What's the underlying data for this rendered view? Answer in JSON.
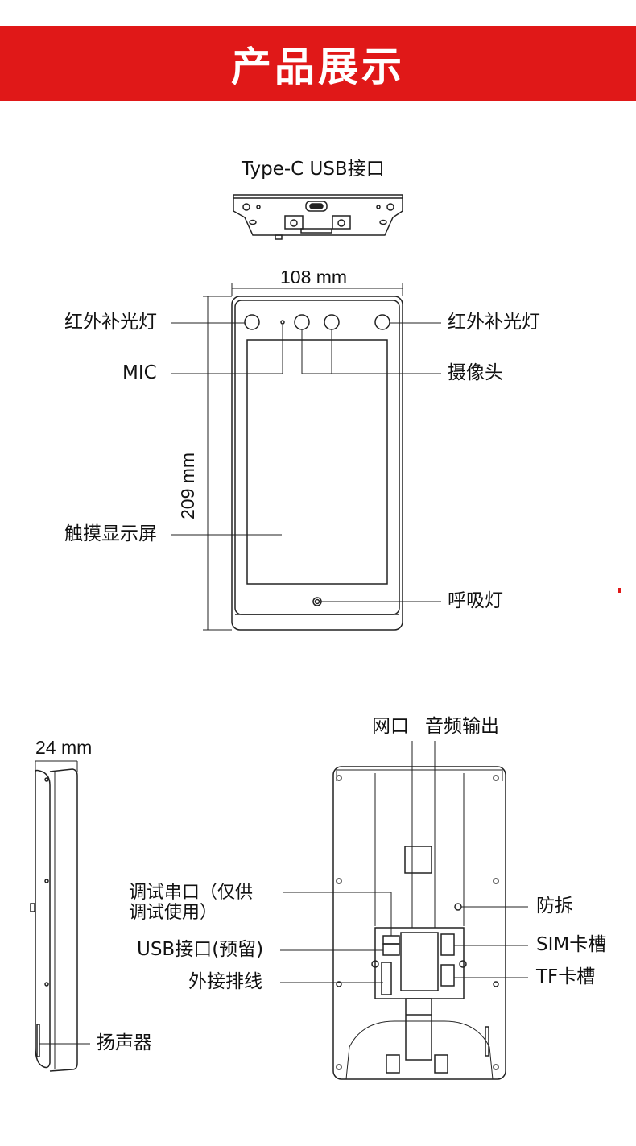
{
  "banner": {
    "title": "产品展示",
    "color": "#e01818"
  },
  "top_view": {
    "usb_label": "Type-C USB接口"
  },
  "front_view": {
    "width_dim": "108 mm",
    "height_dim": "209 mm",
    "ir_left": "红外补光灯",
    "ir_right": "红外补光灯",
    "mic": "MIC",
    "camera": "摄像头",
    "touchscreen": "触摸显示屏",
    "breathing_light": "呼吸灯"
  },
  "side_view": {
    "depth_dim": "24 mm",
    "speaker": "扬声器"
  },
  "back_view": {
    "network_port": "网口",
    "audio_out": "音频输出",
    "debug_serial_line1": "调试串口（仅供",
    "debug_serial_line2": "调试使用）",
    "usb_reserved": "USB接口(预留)",
    "external_cable": "外接排线",
    "tamper": "防拆",
    "sim_slot": "SIM卡槽",
    "tf_slot": "TF卡槽"
  }
}
